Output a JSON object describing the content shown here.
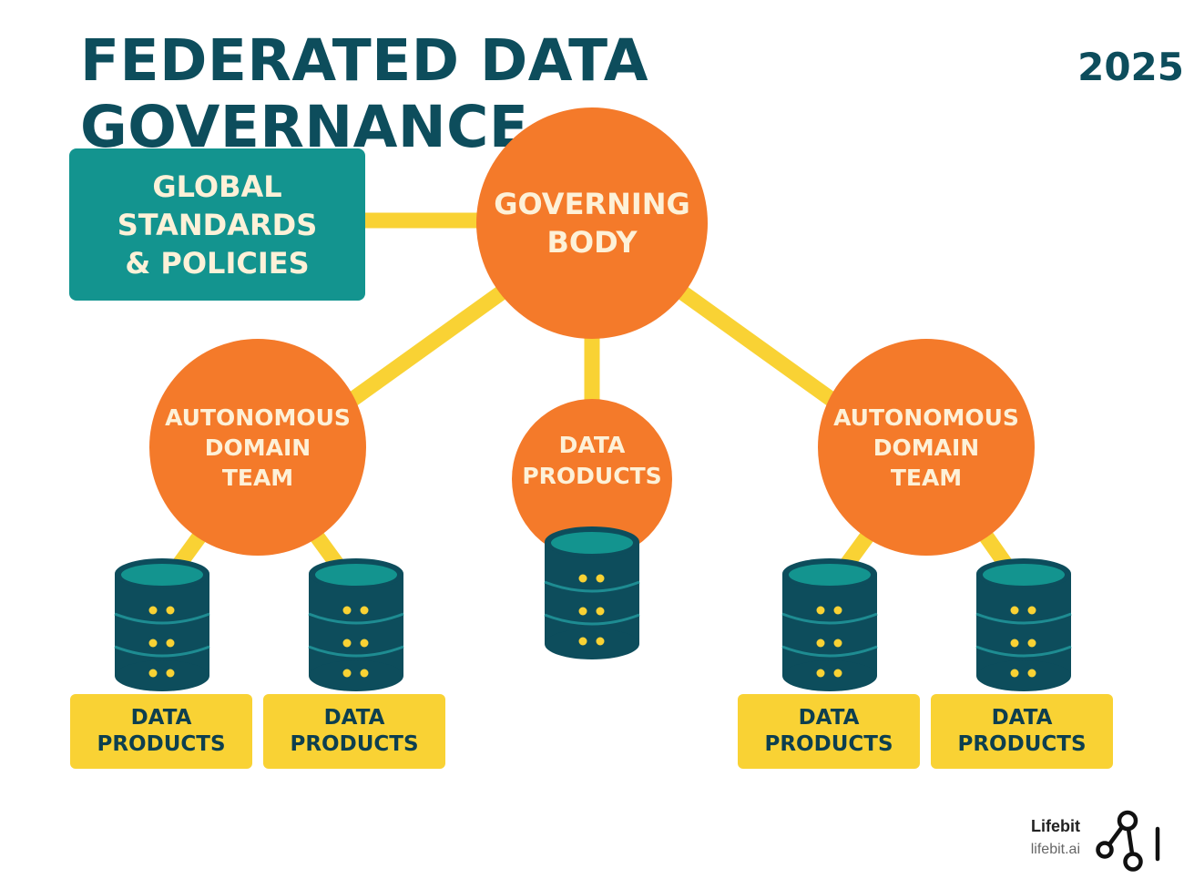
{
  "title": {
    "main": "FEDERATED DATA GOVERNANCE",
    "year": "2025"
  },
  "policy_box": {
    "lines": [
      "GLOBAL",
      "STANDARDS",
      "& POLICIES"
    ]
  },
  "governing_body": {
    "lines": [
      "GOVERNING",
      "BODY"
    ]
  },
  "domain_left": {
    "lines": [
      "AUTONOMOUS",
      "DOMAIN",
      "TEAM"
    ]
  },
  "domain_right": {
    "lines": [
      "AUTONOMOUS",
      "DOMAIN",
      "TEAM"
    ]
  },
  "center_products": {
    "lines": [
      "DATA",
      "PRODUCTS"
    ]
  },
  "product_boxes": [
    {
      "lines": [
        "DATA",
        "PRODUCTS"
      ]
    },
    {
      "lines": [
        "DATA",
        "PRODUCTS"
      ]
    },
    {
      "lines": [
        "DATA",
        "PRODUCTS"
      ]
    },
    {
      "lines": [
        "DATA",
        "PRODUCTS"
      ]
    }
  ],
  "brand": {
    "name": "Lifebit",
    "url": "lifebit.ai"
  },
  "colors": {
    "orange": "#f47a2a",
    "teal": "#13948f",
    "navy": "#0d4d5c",
    "yellow": "#f9d234",
    "cream": "#fdf1d8"
  },
  "icons": {
    "database": "database-icon",
    "logo": "lifebit-logo-icon"
  }
}
